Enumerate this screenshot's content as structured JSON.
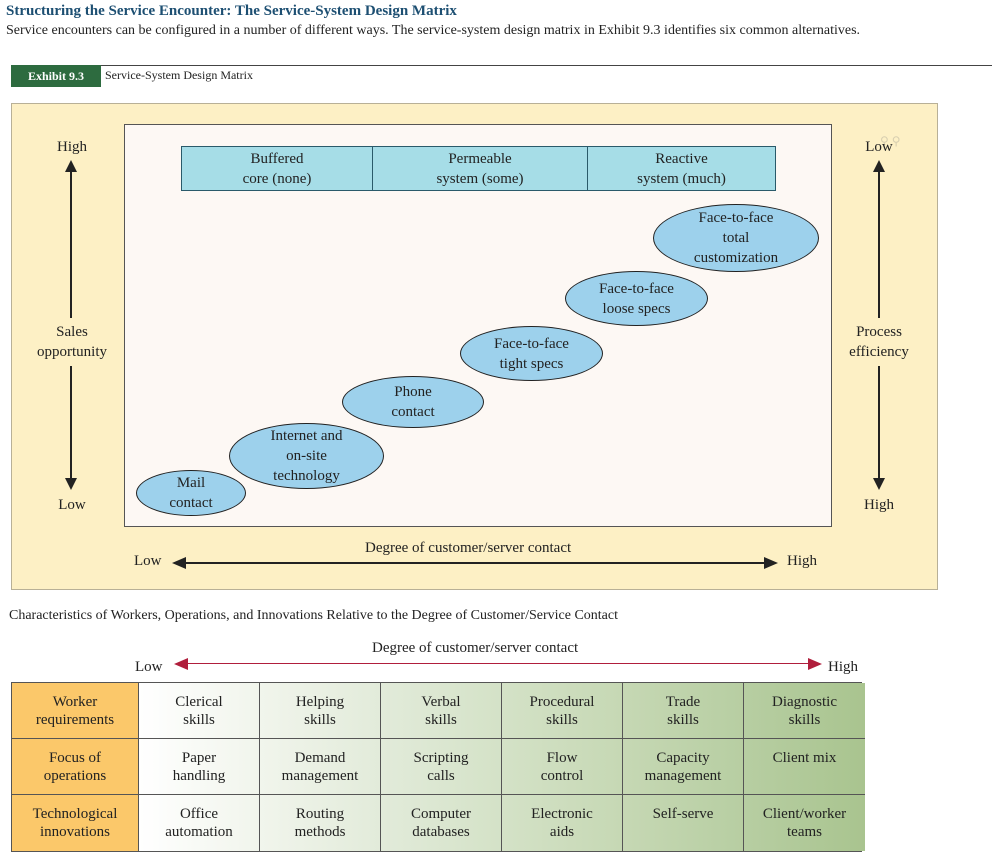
{
  "header": {
    "title": "Structuring the Service Encounter: The Service-System Design Matrix",
    "intro": "Service encounters can be configured in a number of different ways. The service-system design matrix in Exhibit 9.3 identifies six common alternatives."
  },
  "exhibit": {
    "tag": "Exhibit 9.3",
    "title": "Service-System Design Matrix"
  },
  "matrix": {
    "tiers": [
      {
        "line1": "Buffered",
        "line2": "core (none)"
      },
      {
        "line1": "Permeable",
        "line2": "system (some)"
      },
      {
        "line1": "Reactive",
        "line2": "system (much)"
      }
    ],
    "ovals": [
      {
        "line1": "Mail",
        "line2": "contact",
        "line3": ""
      },
      {
        "line1": "Internet and",
        "line2": "on-site",
        "line3": "technology"
      },
      {
        "line1": "Phone",
        "line2": "contact",
        "line3": ""
      },
      {
        "line1": "Face-to-face",
        "line2": "tight specs",
        "line3": ""
      },
      {
        "line1": "Face-to-face",
        "line2": "loose specs",
        "line3": ""
      },
      {
        "line1": "Face-to-face",
        "line2": "total",
        "line3": "customization"
      }
    ],
    "left_axis": {
      "top": "High",
      "middle1": "Sales",
      "middle2": "opportunity",
      "bottom": "Low"
    },
    "right_axis": {
      "top": "Low",
      "middle1": "Process",
      "middle2": "efficiency",
      "bottom": "High"
    },
    "bottom_axis": {
      "title": "Degree of customer/server contact",
      "low": "Low",
      "high": "High"
    }
  },
  "characteristics": {
    "section_title": "Characteristics of Workers, Operations, and Innovations Relative to the Degree of Customer/Service Contact",
    "axis": {
      "title": "Degree of customer/server contact",
      "low": "Low",
      "high": "High"
    },
    "colors": {
      "row_header": "#fbc86a",
      "gradient_start": "#ffffff",
      "gradient_end": "#a9c48f",
      "axis_arrow": "#b01e3c"
    },
    "rows": [
      {
        "header": [
          "Worker",
          "requirements"
        ],
        "cells": [
          [
            "Clerical",
            "skills"
          ],
          [
            "Helping",
            "skills"
          ],
          [
            "Verbal",
            "skills"
          ],
          [
            "Procedural",
            "skills"
          ],
          [
            "Trade",
            "skills"
          ],
          [
            "Diagnostic",
            "skills"
          ]
        ]
      },
      {
        "header": [
          "Focus of",
          "operations"
        ],
        "cells": [
          [
            "Paper",
            "handling"
          ],
          [
            "Demand",
            "management"
          ],
          [
            "Scripting",
            "calls"
          ],
          [
            "Flow",
            "control"
          ],
          [
            "Capacity",
            "management"
          ],
          [
            "Client mix",
            ""
          ]
        ]
      },
      {
        "header": [
          "Technological",
          "innovations"
        ],
        "cells": [
          [
            "Office",
            "automation"
          ],
          [
            "Routing",
            "methods"
          ],
          [
            "Computer",
            "databases"
          ],
          [
            "Electronic",
            "aids"
          ],
          [
            "Self-serve",
            ""
          ],
          [
            "Client/worker",
            "teams"
          ]
        ]
      }
    ]
  }
}
